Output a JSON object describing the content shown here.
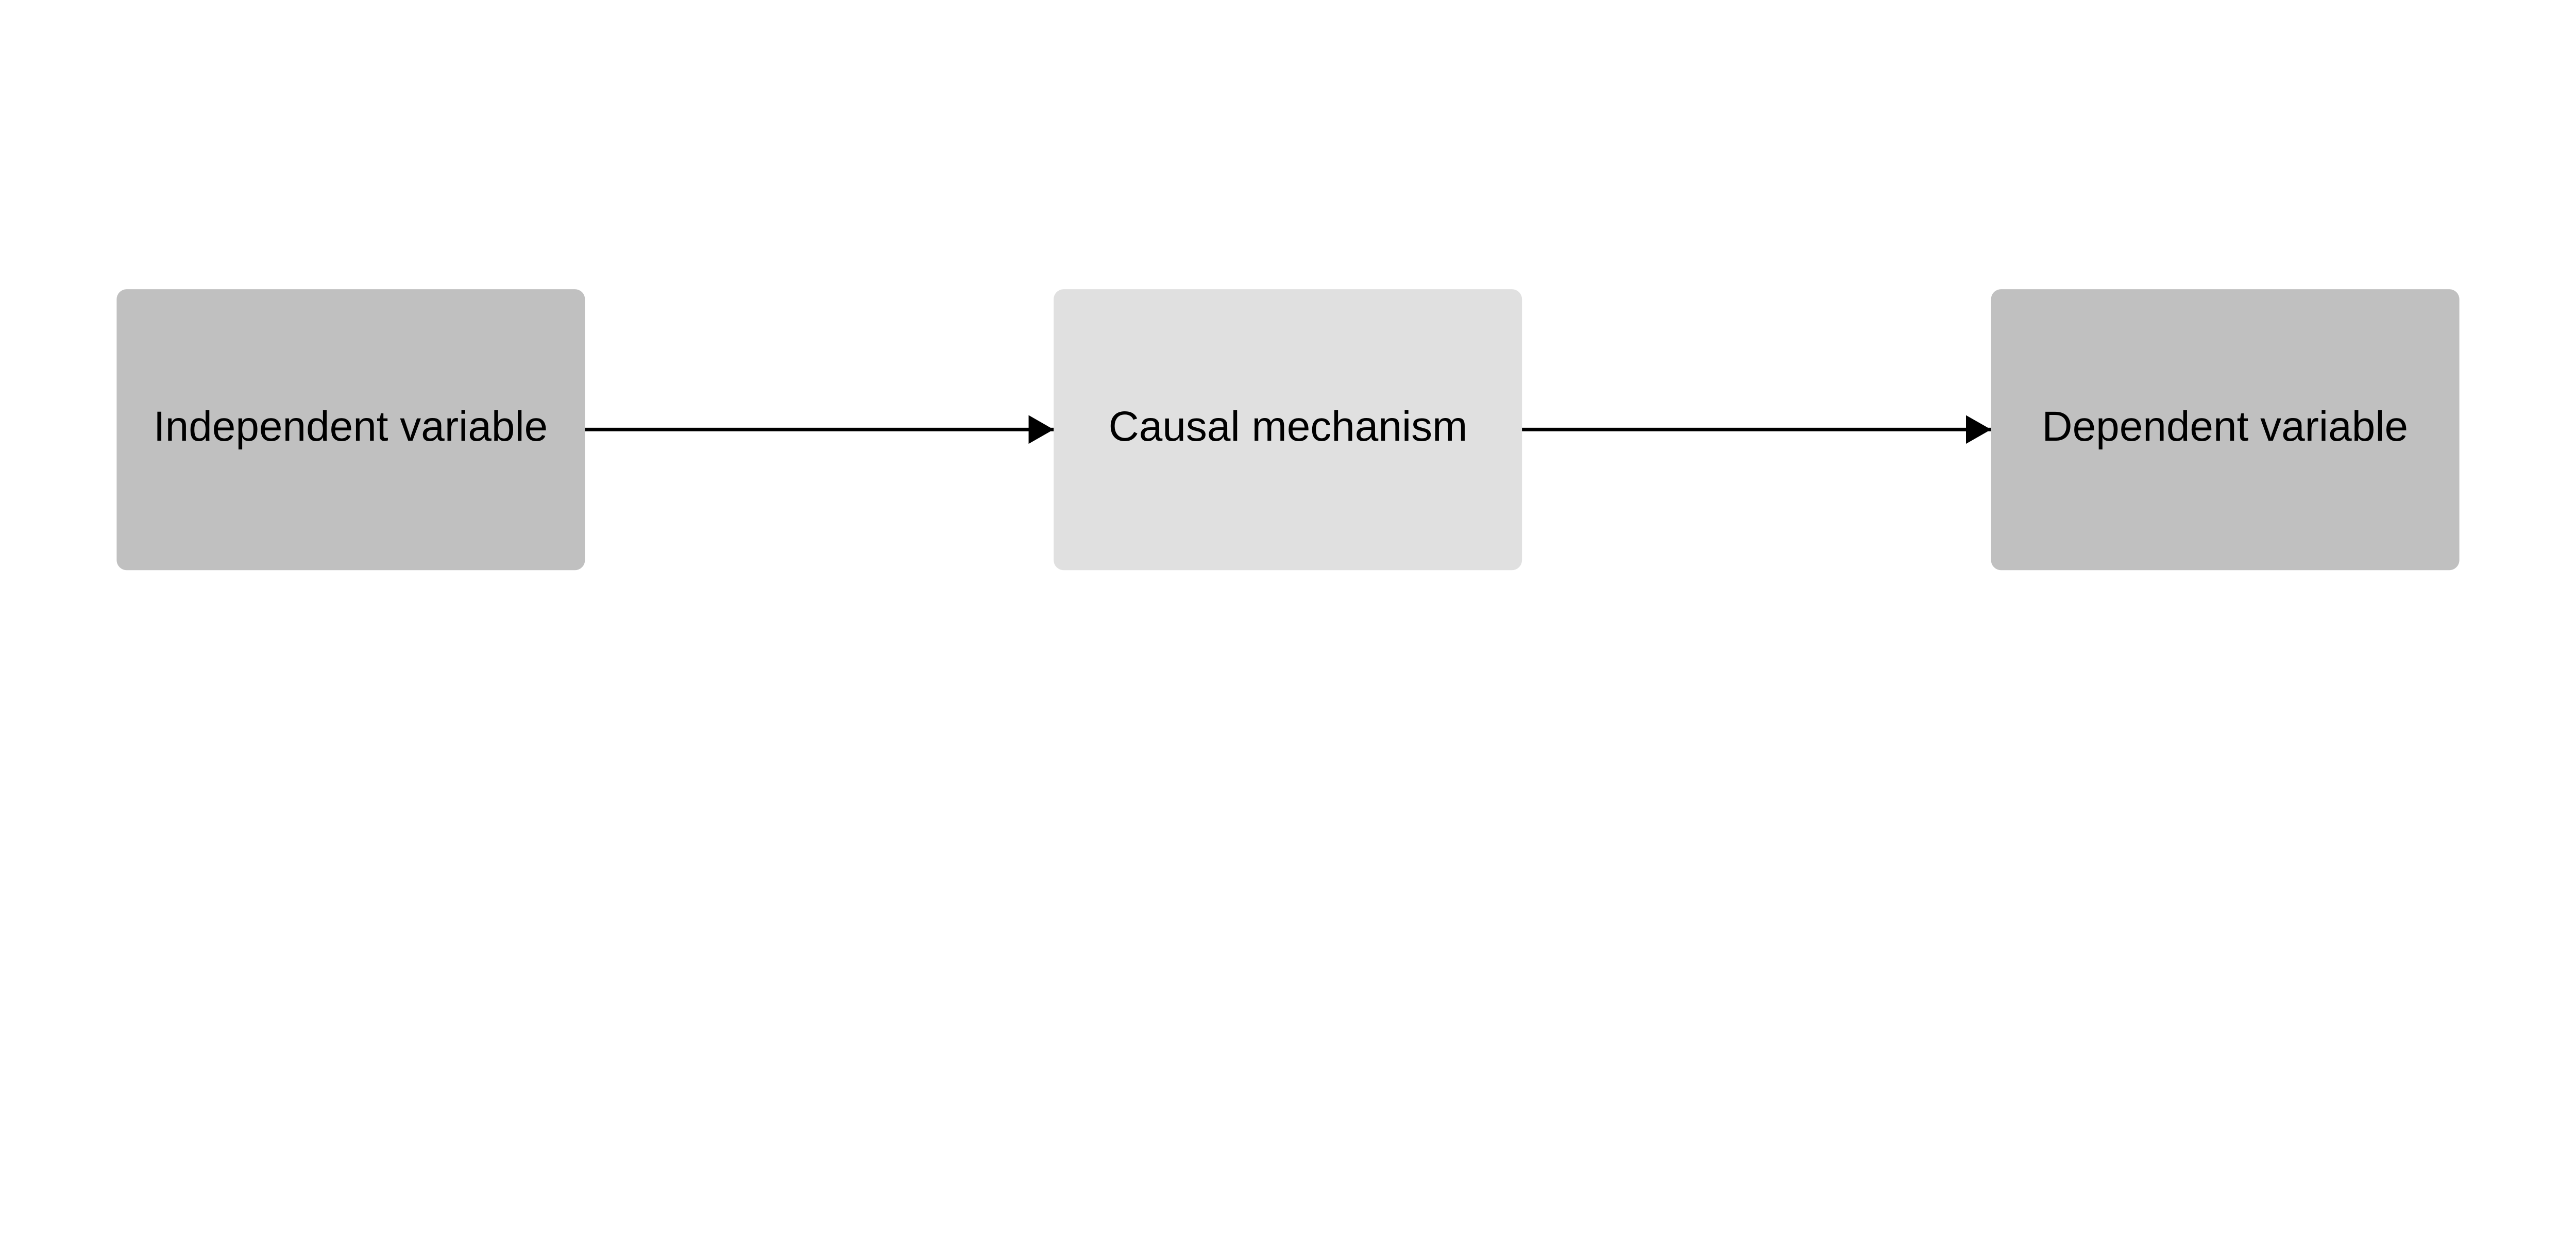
{
  "diagram": {
    "nodes": [
      {
        "id": "independent",
        "label": "Independent variable",
        "fill": "#c0c0c0"
      },
      {
        "id": "mechanism",
        "label": "Causal mechanism",
        "fill": "#e0e0e0"
      },
      {
        "id": "dependent",
        "label": "Dependent variable",
        "fill": "#c0c0c0"
      }
    ],
    "edges": [
      {
        "from": "independent",
        "to": "mechanism"
      },
      {
        "from": "mechanism",
        "to": "dependent"
      }
    ],
    "edge_color": "#000000"
  }
}
